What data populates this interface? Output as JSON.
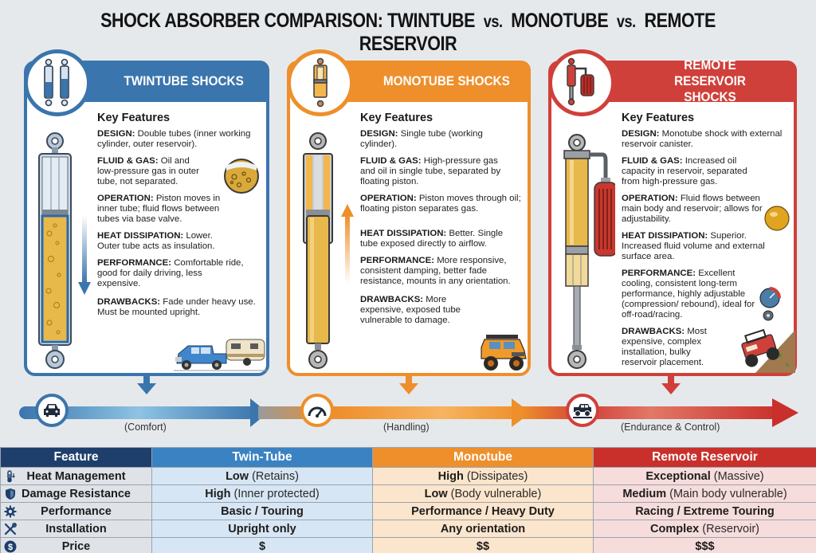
{
  "title": {
    "part1": "SHOCK ABSORBER COMPARISON: TWINTUBE",
    "vs1": "vs.",
    "part2": "MONOTUBE",
    "vs2": "vs.",
    "part3": "REMOTE RESERVOIR"
  },
  "colors": {
    "twintube": "#3a75ad",
    "monotube": "#ee8f2b",
    "remote": "#d0403a",
    "oil": "#e7b84a"
  },
  "cards": [
    {
      "title": "TWINTUBE SHOCKS",
      "key_features": "Key Features",
      "features": [
        {
          "label": "DESIGN:",
          "text": " Double tubes (inner working cylinder, outer reservoir)."
        },
        {
          "label": "FLUID & GAS:",
          "text": " Oil and low-pressure gas in outer tube, not separated."
        },
        {
          "label": "OPERATION:",
          "text": " Piston moves in inner tube; fluid flows between tubes via base valve."
        },
        {
          "label": "HEAT DISSIPATION:",
          "text": " Lower. Outer tube acts as insulation."
        },
        {
          "label": "PERFORMANCE:",
          "text": " Comfortable ride, good for daily driving, less expensive."
        },
        {
          "label": "DRAWBACKS:",
          "text": " Fade under heavy use. Must be mounted upright."
        }
      ]
    },
    {
      "title": "MONOTUBE SHOCKS",
      "key_features": "Key Features",
      "features": [
        {
          "label": "DESIGN:",
          "text": " Single tube (working cylinder)."
        },
        {
          "label": "FLUID & GAS:",
          "text": " High-pressure gas and oil in single tube, separated by floating piston."
        },
        {
          "label": "OPERATION:",
          "text": " Piston moves through oil; floating piston separates gas."
        },
        {
          "label": "HEAT DISSIPATION:",
          "text": " Better. Single tube exposed directly to airflow."
        },
        {
          "label": "PERFORMANCE:",
          "text": " More responsive, consistent damping, better fade resistance, mounts in any orientation."
        },
        {
          "label": "DRAWBACKS:",
          "text": " More expensive, exposed tube vulnerable to damage."
        }
      ]
    },
    {
      "title": "REMOTE RESERVOIR SHOCKS",
      "key_features": "Key Features",
      "features": [
        {
          "label": "DESIGN:",
          "text": " Monotube shock with external reservoir canister."
        },
        {
          "label": "FLUID & GAS:",
          "text": " Increased oil capacity in reservoir, separated from high-pressure gas."
        },
        {
          "label": "OPERATION:",
          "text": " Fluid flows between main body and reservoir; allows for adjustability."
        },
        {
          "label": "HEAT DISSIPATION:",
          "text": " Superior. Increased fluid volume and external surface area."
        },
        {
          "label": "PERFORMANCE:",
          "text": " Excellent cooling, consistent long-term performance, highly adjustable (compression/ rebound), ideal for off-road/racing."
        },
        {
          "label": "DRAWBACKS:",
          "text": " Most expensive, complex installation, bulky reservoir placement."
        }
      ]
    }
  ],
  "timeline": {
    "labels": [
      "(Comfort)",
      "(Handling)",
      "(Endurance & Control)"
    ],
    "icons": [
      "car-icon",
      "speedometer-icon",
      "offroad-vehicle-icon"
    ]
  },
  "table": {
    "headers": [
      "Feature",
      "Twin-Tube",
      "Monotube",
      "Remote Reservoir"
    ],
    "rows": [
      {
        "icon": "thermometer-icon",
        "feature": "Heat Management",
        "twin": {
          "bold": "Low",
          "note": " (Retains)"
        },
        "mono": {
          "bold": "High",
          "note": " (Dissipates)"
        },
        "remote": {
          "bold": "Exceptional",
          "note": " (Massive)"
        }
      },
      {
        "icon": "shield-icon",
        "feature": "Damage Resistance",
        "twin": {
          "bold": "High",
          "note": " (Inner protected)"
        },
        "mono": {
          "bold": "Low",
          "note": " (Body vulnerable)"
        },
        "remote": {
          "bold": "Medium",
          "note": " (Main body vulnerable)"
        }
      },
      {
        "icon": "gear-icon",
        "feature": "Performance",
        "twin": {
          "bold": "Basic / Touring",
          "note": ""
        },
        "mono": {
          "bold": "Performance / Heavy Duty",
          "note": ""
        },
        "remote": {
          "bold": "Racing / Extreme Touring",
          "note": ""
        }
      },
      {
        "icon": "tools-icon",
        "feature": "Installation",
        "twin": {
          "bold": "Upright only",
          "note": ""
        },
        "mono": {
          "bold": "Any orientation",
          "note": ""
        },
        "remote": {
          "bold": "Complex",
          "note": " (Reservoir)"
        }
      },
      {
        "icon": "dollar-icon",
        "feature": "Price",
        "twin": {
          "bold": "$",
          "note": ""
        },
        "mono": {
          "bold": "$$",
          "note": ""
        },
        "remote": {
          "bold": "$$$",
          "note": ""
        }
      }
    ]
  }
}
